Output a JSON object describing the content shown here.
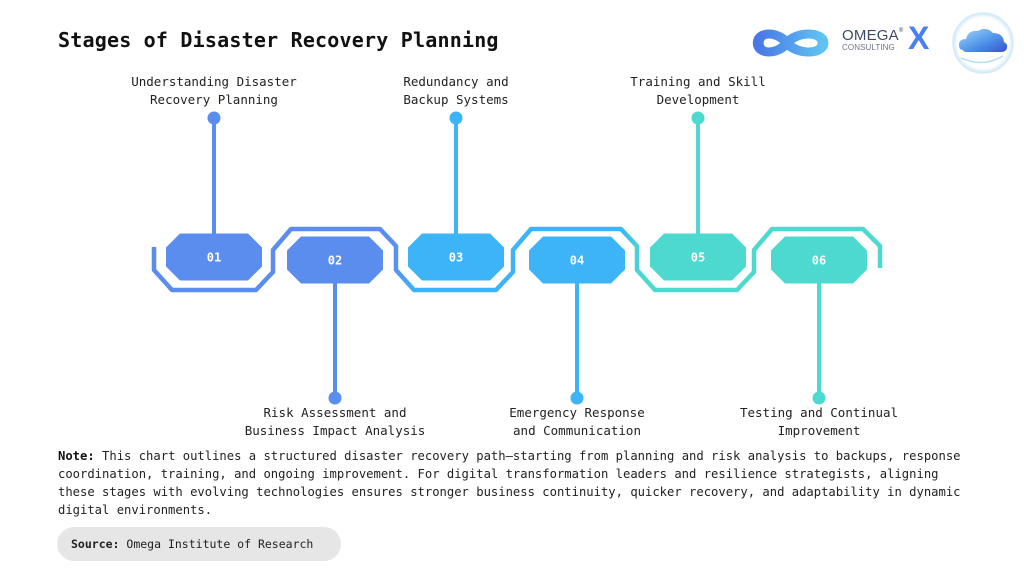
{
  "title": "Stages of Disaster Recovery Planning",
  "logo": {
    "brand": "OMEGA",
    "registered": "®",
    "sub": "CONSULTING",
    "separator": "X",
    "icons": [
      "infinity-logo-icon",
      "cloud-icon"
    ]
  },
  "colors": {
    "blue": "#5b8def",
    "sky": "#3db4f7",
    "teal": "#4dd9d0"
  },
  "stages": [
    {
      "number": "01",
      "label_line1": "Understanding Disaster",
      "label_line2": "Recovery Planning",
      "position": "top",
      "color": "#5b8def"
    },
    {
      "number": "02",
      "label_line1": "Risk Assessment and",
      "label_line2": "Business Impact Analysis",
      "position": "bottom",
      "color": "#5b8def"
    },
    {
      "number": "03",
      "label_line1": "Redundancy and",
      "label_line2": "Backup Systems",
      "position": "top",
      "color": "#3db4f7"
    },
    {
      "number": "04",
      "label_line1": "Emergency Response",
      "label_line2": "and Communication",
      "position": "bottom",
      "color": "#3db4f7"
    },
    {
      "number": "05",
      "label_line1": "Training and Skill",
      "label_line2": "Development",
      "position": "top",
      "color": "#4dd9d0"
    },
    {
      "number": "06",
      "label_line1": "Testing and Continual",
      "label_line2": "Improvement",
      "position": "bottom",
      "color": "#4dd9d0"
    }
  ],
  "note": {
    "label": "Note:",
    "text": "This chart outlines a structured disaster recovery path—starting from planning and risk analysis to backups, response coordination, training, and ongoing improvement. For digital transformation leaders and resilience strategists, aligning these stages with evolving technologies ensures stronger business continuity, quicker recovery, and adaptability in dynamic digital environments."
  },
  "source": {
    "label": "Source:",
    "text": "Omega Institute of Research"
  }
}
